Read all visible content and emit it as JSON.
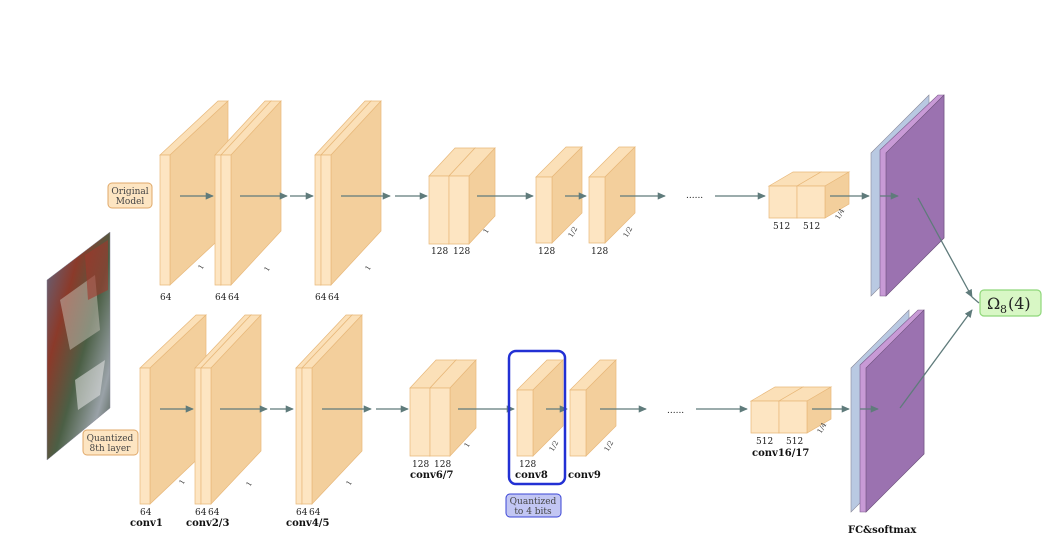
{
  "labels": {
    "original_model": [
      "Original",
      "Model"
    ],
    "quantized_8th": [
      "Quantized",
      "8th layer"
    ],
    "quantized_4bits": [
      "Quantized",
      "to 4 bits"
    ],
    "omega": "Ω",
    "omega_sub": "8",
    "omega_arg": "(4)"
  },
  "top_row": {
    "counts": [
      "64",
      "64",
      "64",
      "64",
      "64",
      "128",
      "128",
      "128",
      "128",
      "512",
      "512"
    ],
    "scales": [
      "1",
      "1",
      "1",
      "1",
      "1/2",
      "1/2",
      "1/4"
    ],
    "dots": "......"
  },
  "bottom_row": {
    "counts": [
      "64",
      "64",
      "64",
      "64",
      "64",
      "128",
      "128",
      "128",
      "512",
      "512"
    ],
    "scales": [
      "1",
      "1",
      "1",
      "1",
      "1/2",
      "1/2",
      "1/4"
    ],
    "dots": "......",
    "names": [
      "conv1",
      "conv2/3",
      "conv4/5",
      "conv6/7",
      "conv8",
      "conv9",
      "conv16/17",
      "FC&softmax"
    ]
  },
  "colors": {
    "block_front": "#fde5c2",
    "block_side": "#f3cf9c",
    "block_top": "#fbe0b8",
    "block_edge": "#e8b87a",
    "arrow": "#5f7b7b",
    "fc_purple": "#9b72b0",
    "fc_blue": "#b9c9e2",
    "orange_box_fill": "#fde5c2",
    "orange_box_stroke": "#e0a869",
    "blue_box_fill": "#c2c6f3",
    "blue_box_stroke": "#3b45d6",
    "highlight_stroke": "#2230d4",
    "omega_fill": "#d8f7c5",
    "omega_stroke": "#8fd77a"
  }
}
